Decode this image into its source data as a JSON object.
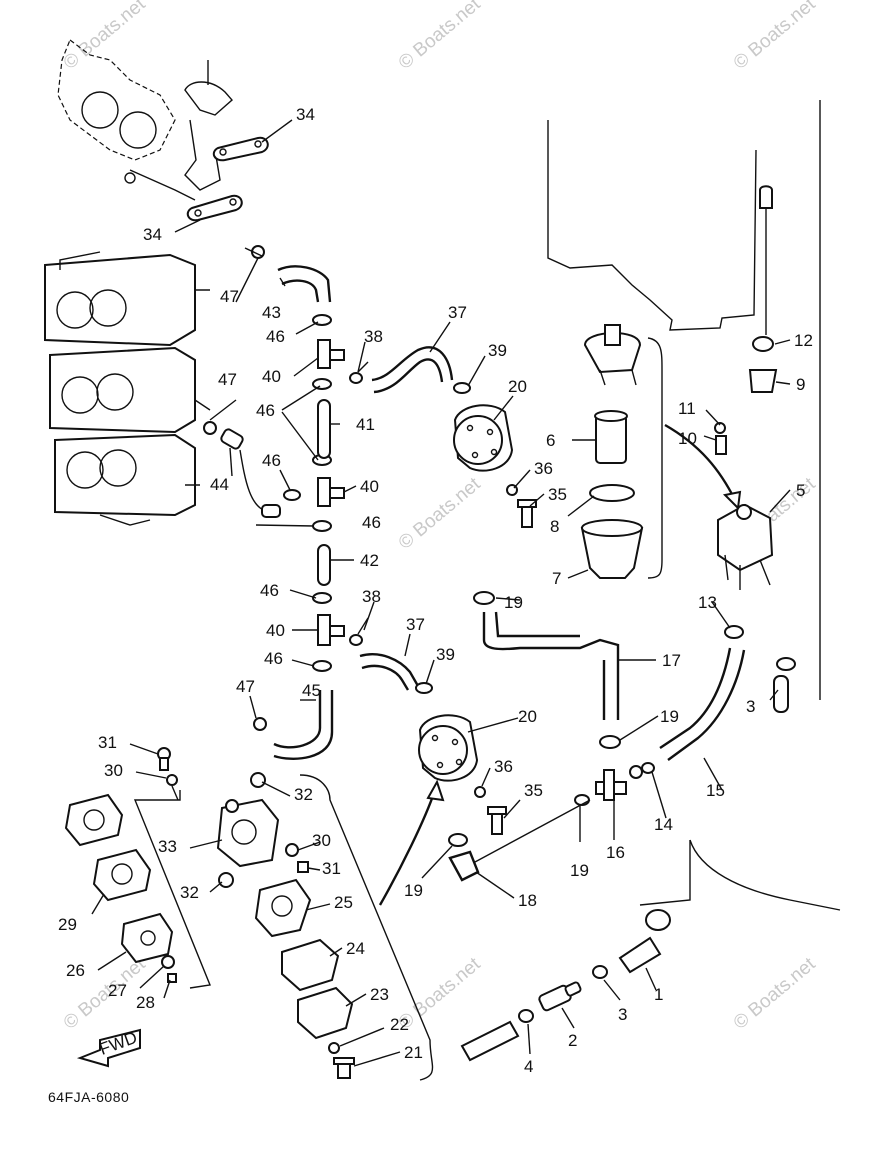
{
  "diagram_code": "64FJA-6080",
  "direction_label": "FWD",
  "watermark_text": "© Boats.net",
  "callouts": [
    {
      "id": "c34a",
      "text": "34"
    },
    {
      "id": "c34b",
      "text": "34"
    },
    {
      "id": "c47a",
      "text": "47"
    },
    {
      "id": "c43",
      "text": "43"
    },
    {
      "id": "c46a",
      "text": "46"
    },
    {
      "id": "c38a",
      "text": "38"
    },
    {
      "id": "c37a",
      "text": "37"
    },
    {
      "id": "c39a",
      "text": "39"
    },
    {
      "id": "c40a",
      "text": "40"
    },
    {
      "id": "c47b",
      "text": "47"
    },
    {
      "id": "c46b",
      "text": "46"
    },
    {
      "id": "c41",
      "text": "41"
    },
    {
      "id": "c20a",
      "text": "20"
    },
    {
      "id": "c6",
      "text": "6"
    },
    {
      "id": "c44",
      "text": "44"
    },
    {
      "id": "c46c",
      "text": "46"
    },
    {
      "id": "c40b",
      "text": "40"
    },
    {
      "id": "c36a",
      "text": "36"
    },
    {
      "id": "c35a",
      "text": "35"
    },
    {
      "id": "c8",
      "text": "8"
    },
    {
      "id": "c46d",
      "text": "46"
    },
    {
      "id": "c42",
      "text": "42"
    },
    {
      "id": "c7",
      "text": "7"
    },
    {
      "id": "c46e",
      "text": "46"
    },
    {
      "id": "c38b",
      "text": "38"
    },
    {
      "id": "c19a",
      "text": "19"
    },
    {
      "id": "c40c",
      "text": "40"
    },
    {
      "id": "c37b",
      "text": "37"
    },
    {
      "id": "c17",
      "text": "17"
    },
    {
      "id": "c46f",
      "text": "46"
    },
    {
      "id": "c39b",
      "text": "39"
    },
    {
      "id": "c47c",
      "text": "47"
    },
    {
      "id": "c45",
      "text": "45"
    },
    {
      "id": "c20b",
      "text": "20"
    },
    {
      "id": "c19b",
      "text": "19"
    },
    {
      "id": "c12",
      "text": "12"
    },
    {
      "id": "c9",
      "text": "9"
    },
    {
      "id": "c11",
      "text": "11"
    },
    {
      "id": "c10",
      "text": "10"
    },
    {
      "id": "c5",
      "text": "5"
    },
    {
      "id": "c13",
      "text": "13"
    },
    {
      "id": "c3a",
      "text": "3"
    },
    {
      "id": "c15",
      "text": "15"
    },
    {
      "id": "c14",
      "text": "14"
    },
    {
      "id": "c31a",
      "text": "31"
    },
    {
      "id": "c30a",
      "text": "30"
    },
    {
      "id": "c32a",
      "text": "32"
    },
    {
      "id": "c36b",
      "text": "36"
    },
    {
      "id": "c35b",
      "text": "35"
    },
    {
      "id": "c33",
      "text": "33"
    },
    {
      "id": "c30b",
      "text": "30"
    },
    {
      "id": "c31b",
      "text": "31"
    },
    {
      "id": "c32b",
      "text": "32"
    },
    {
      "id": "c19c",
      "text": "19"
    },
    {
      "id": "c19d",
      "text": "19"
    },
    {
      "id": "c16",
      "text": "16"
    },
    {
      "id": "c18",
      "text": "18"
    },
    {
      "id": "c25",
      "text": "25"
    },
    {
      "id": "c29",
      "text": "29"
    },
    {
      "id": "c24",
      "text": "24"
    },
    {
      "id": "c26",
      "text": "26"
    },
    {
      "id": "c27",
      "text": "27"
    },
    {
      "id": "c28",
      "text": "28"
    },
    {
      "id": "c23",
      "text": "23"
    },
    {
      "id": "c22",
      "text": "22"
    },
    {
      "id": "c21",
      "text": "21"
    },
    {
      "id": "c1",
      "text": "1"
    },
    {
      "id": "c3b",
      "text": "3"
    },
    {
      "id": "c2",
      "text": "2"
    },
    {
      "id": "c4",
      "text": "4"
    }
  ]
}
